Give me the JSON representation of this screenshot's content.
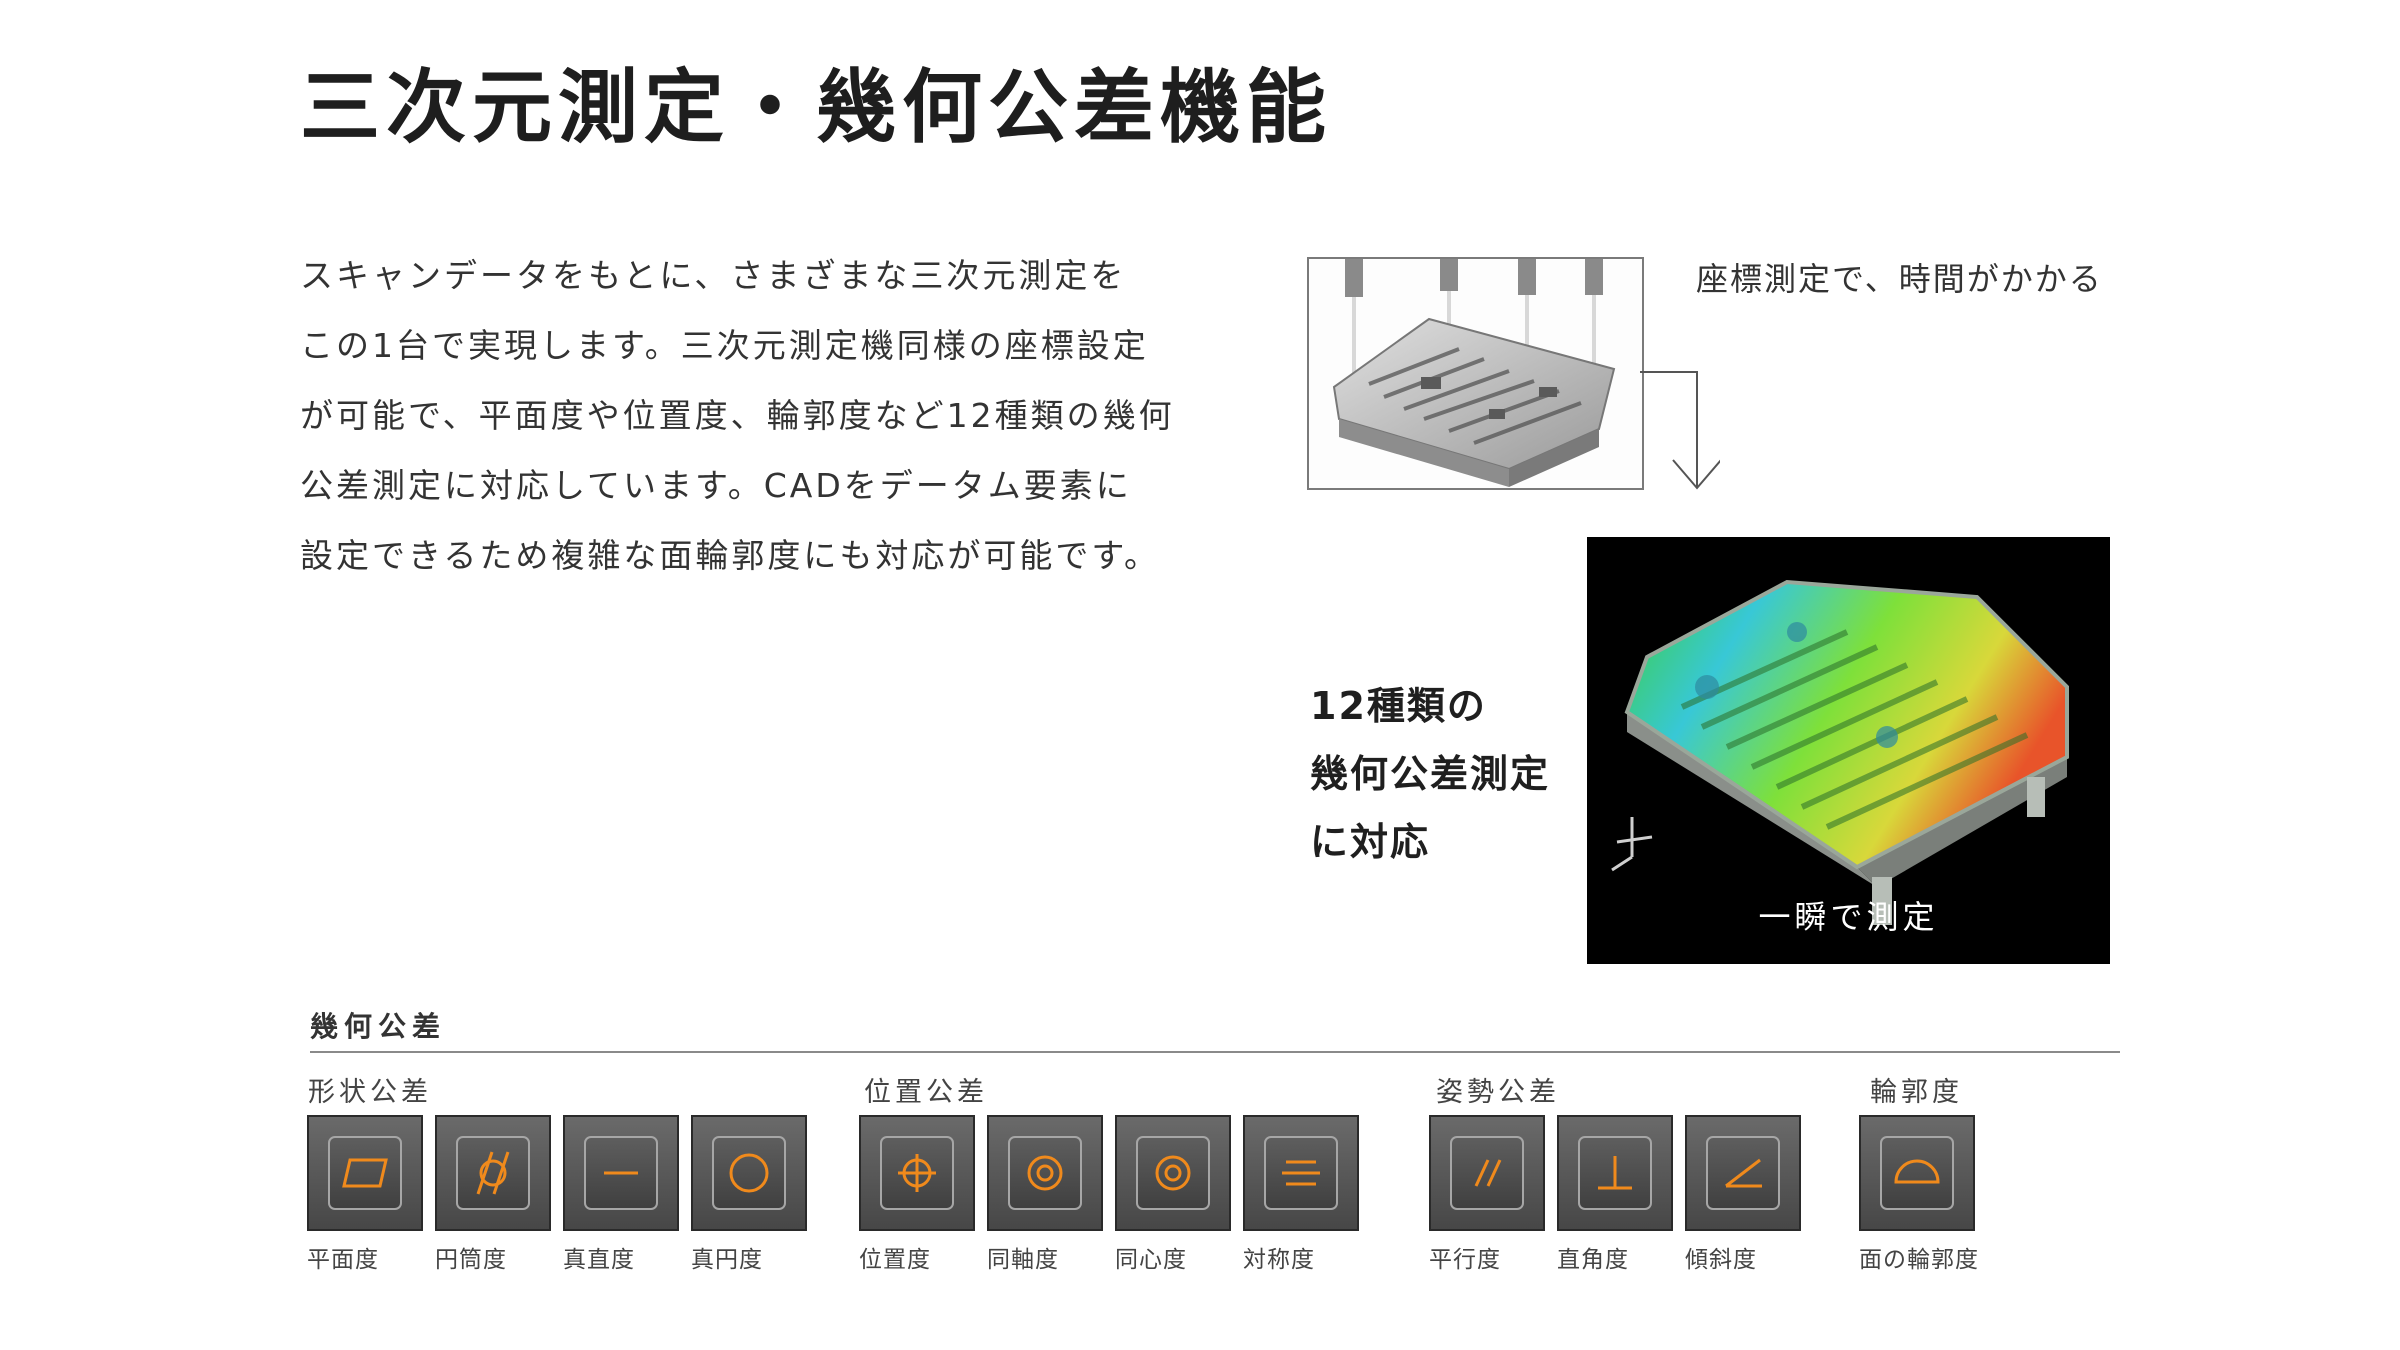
{
  "page": {
    "title": "三次元測定・幾何公差機能",
    "body_lines": [
      "スキャンデータをもとに、さまざまな三次元測定を",
      "この1台で実現します。三次元測定機同様の座標設定",
      "が可能で、平面度や位置度、輪郭度など12種類の幾何",
      "公差測定に対応しています。CADをデータム要素に",
      "設定できるため複雑な面輪郭度にも対応が可能です。"
    ]
  },
  "diagram": {
    "caption_coord": "座標測定で、時間がかかる",
    "twelve_types": [
      "12種類の",
      "幾何公差測定",
      "に対応"
    ],
    "scan_caption": "一瞬で測定"
  },
  "tolerance": {
    "section_title": "幾何公差",
    "groups": [
      {
        "label": "形状公差",
        "items": [
          {
            "label": "平面度",
            "icon": "flatness-icon"
          },
          {
            "label": "円筒度",
            "icon": "cylindricity-icon"
          },
          {
            "label": "真直度",
            "icon": "straightness-icon"
          },
          {
            "label": "真円度",
            "icon": "roundness-icon"
          }
        ]
      },
      {
        "label": "位置公差",
        "items": [
          {
            "label": "位置度",
            "icon": "position-icon"
          },
          {
            "label": "同軸度",
            "icon": "coaxiality-icon"
          },
          {
            "label": "同心度",
            "icon": "concentricity-icon"
          },
          {
            "label": "対称度",
            "icon": "symmetry-icon"
          }
        ]
      },
      {
        "label": "姿勢公差",
        "items": [
          {
            "label": "平行度",
            "icon": "parallelism-icon"
          },
          {
            "label": "直角度",
            "icon": "perpendicularity-icon"
          },
          {
            "label": "傾斜度",
            "icon": "angularity-icon"
          }
        ]
      },
      {
        "label": "輪郭度",
        "items": [
          {
            "label": "面の輪郭度",
            "icon": "surface-profile-icon"
          }
        ]
      }
    ]
  },
  "colors": {
    "accent_orange": "#f08a1c",
    "tile_dark": "#474747",
    "scan_background": "#000000"
  }
}
